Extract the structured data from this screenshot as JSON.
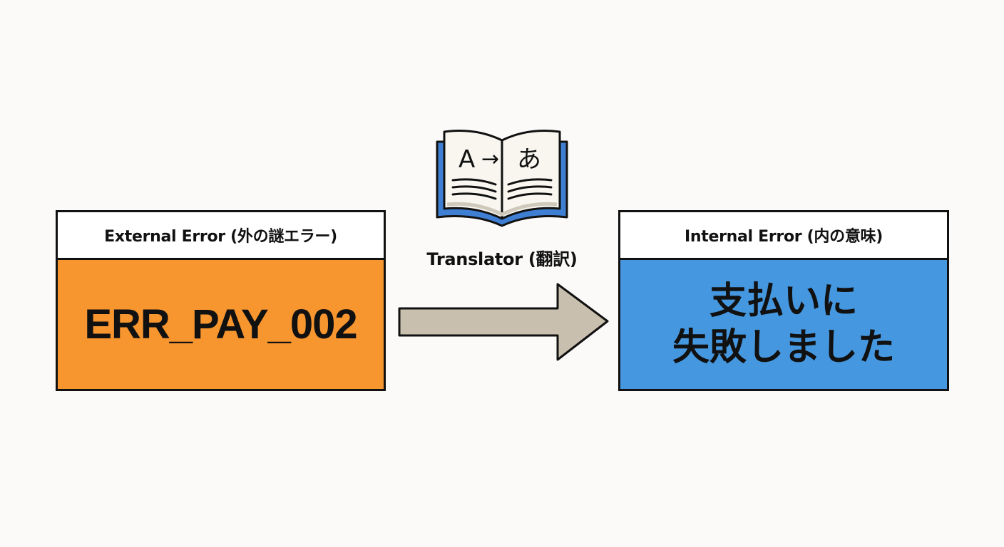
{
  "colors": {
    "external": "#f7952f",
    "internal": "#4598e0",
    "arrow": "#c9bfae",
    "book_cover": "#3f7fd3",
    "book_page": "#f8f6ef"
  },
  "external": {
    "title": "External Error (外の謎エラー)",
    "code": "ERR_PAY_002"
  },
  "translator": {
    "label": "Translator (翻訳)",
    "icon": "book-translate-icon",
    "glyph_from": "A",
    "glyph_arrow": "→",
    "glyph_to": "あ"
  },
  "internal": {
    "title": "Internal Error (内の意味)",
    "message": "支払いに\n失敗しました"
  }
}
